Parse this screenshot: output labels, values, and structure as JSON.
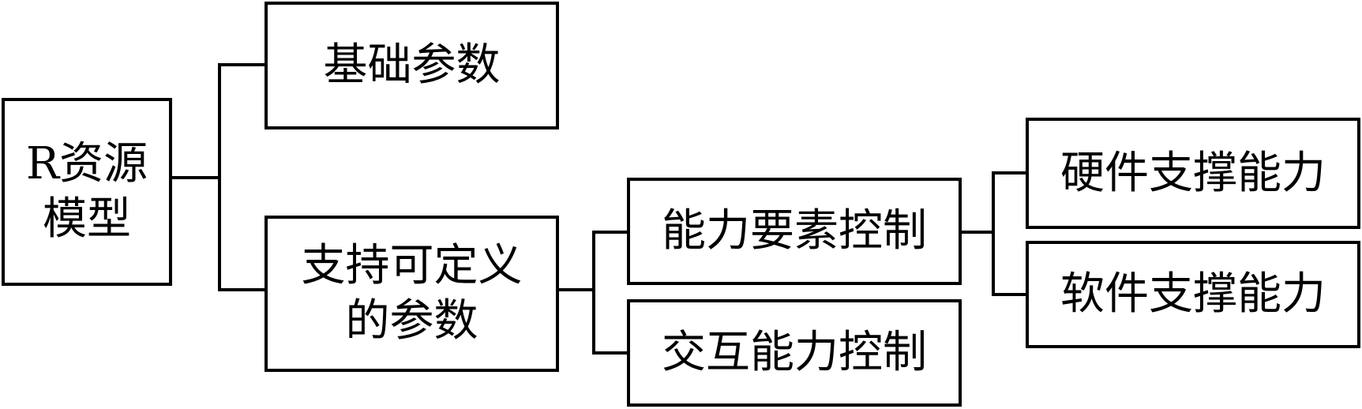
{
  "nodes": {
    "root": "R资源\n模型",
    "basic_params": "基础参数",
    "custom_params": "支持可定义\n的参数",
    "capability_control": "能力要素控制",
    "interaction_control": "交互能力控制",
    "hardware_support": "硬件支撑能力",
    "software_support": "软件支撑能力"
  },
  "colors": {
    "stroke": "#000000",
    "background": "#ffffff"
  }
}
